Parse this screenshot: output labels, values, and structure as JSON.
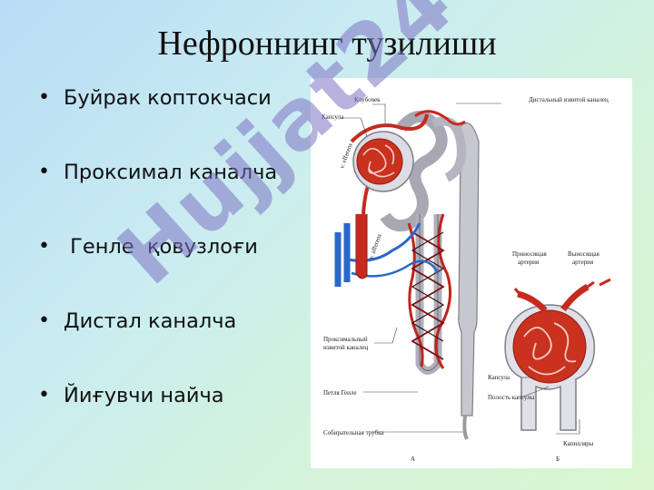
{
  "slide": {
    "title": "Нефроннинг тузилиши",
    "bullets": [
      "Буйрак коптокчаси",
      "Проксимал каналча",
      " Генле  қовузлоғи",
      "Дистал каналча",
      "Йиғувчи найча"
    ]
  },
  "figure": {
    "labels": {
      "klubochek": "Клубочек",
      "distal": "Дистальный извитой каналец",
      "kapsula": "Капсула",
      "v_efferens": "v. efferens",
      "v_afferens": "v. afferens",
      "proximal": "Проксимальный извитой каналец",
      "petlya": "Петля Генле",
      "sobir": "Собирательная трубка",
      "prinos": "Приносящая артерия",
      "vynos": "Выносящая артерия",
      "kapsula_b": "Капсула",
      "polost": "Полость капсулы",
      "kapillyary": "Капилляры",
      "letter_a": "А",
      "letter_b": "Б"
    }
  },
  "watermark": {
    "text": "Hujjat24"
  }
}
